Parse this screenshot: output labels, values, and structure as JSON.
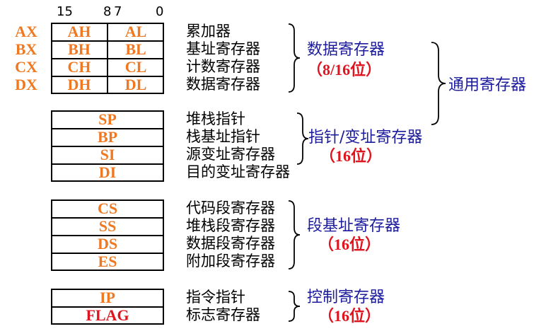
{
  "bit_labels": [
    "15",
    "8",
    "7",
    "0"
  ],
  "general": {
    "rows": [
      {
        "name": "AX",
        "high": "AH",
        "low": "AL",
        "desc": "累加器"
      },
      {
        "name": "BX",
        "high": "BH",
        "low": "BL",
        "desc": "基址寄存器"
      },
      {
        "name": "CX",
        "high": "CH",
        "low": "CL",
        "desc": "计数寄存器"
      },
      {
        "name": "DX",
        "high": "DH",
        "low": "DL",
        "desc": "数据寄存器"
      }
    ],
    "group_name": "数据寄存器",
    "group_size": "（8/16位）"
  },
  "pointer": {
    "rows": [
      {
        "name": "SP",
        "desc": "堆栈指针"
      },
      {
        "name": "BP",
        "desc": "栈基址指针"
      },
      {
        "name": "SI",
        "desc": "源变址寄存器"
      },
      {
        "name": "DI",
        "desc": "目的变址寄存器"
      }
    ],
    "group_name": "指针/变址寄存器",
    "group_size": "（16位）"
  },
  "general_purpose_label": "通用寄存器",
  "segment": {
    "rows": [
      {
        "name": "CS",
        "desc": "代码段寄存器"
      },
      {
        "name": "SS",
        "desc": "堆栈段寄存器"
      },
      {
        "name": "DS",
        "desc": "数据段寄存器"
      },
      {
        "name": "ES",
        "desc": "附加段寄存器"
      }
    ],
    "group_name": "段基址寄存器",
    "group_size": "（16位）"
  },
  "control": {
    "rows": [
      {
        "name": "IP",
        "desc": "指令指针"
      },
      {
        "name": "FLAG",
        "desc": "标志寄存器"
      }
    ],
    "group_name": "控制寄存器",
    "group_size": "（16位）"
  },
  "colors": {
    "register": "#f07820",
    "flag": "#e0141e",
    "group_name": "#1c1c9c",
    "group_size": "#e0141e"
  }
}
